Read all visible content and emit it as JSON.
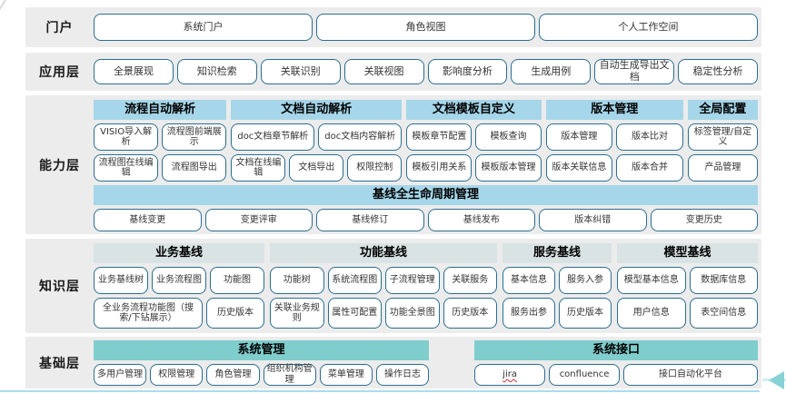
{
  "colors": {
    "band_bg": "#ececec",
    "button_border": "#2b6e90",
    "capability_header_bg": "#a6d6e9",
    "knowledge_header_bg": "#d9e3e3",
    "base_header_bg": "#7fcdcd",
    "bottom_accent_line": "#aadcf0",
    "arrow": "#86d2d6"
  },
  "portal": {
    "label": "门户",
    "buttons": [
      "系统门户",
      "角色视图",
      "个人工作空间"
    ]
  },
  "application": {
    "label": "应用层",
    "buttons": [
      "全景展现",
      "知识检索",
      "关联识别",
      "关联视图",
      "影响度分析",
      "生成用例",
      "自动生成导出文档",
      "稳定性分析"
    ]
  },
  "capability": {
    "label": "能力层",
    "groups": [
      {
        "title": "流程自动解析",
        "flex": 148,
        "rows": [
          [
            "VISIO导入解析",
            "流程图前端展示"
          ],
          [
            "流程图在线编辑",
            "流程图导出"
          ]
        ]
      },
      {
        "title": "文档自动解析",
        "flex": 190,
        "rows": [
          [
            "doc文档章节解析",
            "doc文档内容解析"
          ],
          [
            "文档在线编辑",
            "文档导出",
            "权限控制"
          ]
        ]
      },
      {
        "title": "文档模板自定义",
        "flex": 150,
        "rows": [
          [
            "模板章节配置",
            "模板查询"
          ],
          [
            "模板引用关系",
            "模板版本管理"
          ]
        ]
      },
      {
        "title": "版本管理",
        "flex": 153,
        "rows": [
          [
            "版本管理",
            "版本比对"
          ],
          [
            "版本关联信息",
            "版本合并"
          ]
        ]
      },
      {
        "title": "全局配置",
        "flex": 78,
        "rows": [
          [
            "标签管理/自定义"
          ],
          [
            "产品管理"
          ]
        ]
      }
    ],
    "baseline_group": {
      "title": "基线全生命周期管理",
      "buttons": [
        "基线变更",
        "变更评审",
        "基线修订",
        "基线发布",
        "版本纠错",
        "变更历史"
      ]
    }
  },
  "knowledge": {
    "label": "知识层",
    "groups": [
      {
        "title": "业务基线",
        "flex": 188,
        "rows": [
          [
            "业务基线树",
            "业务流程图",
            "功能图"
          ],
          [
            {
              "label": "全业务流程功能图（搜索/下钻展示）",
              "flex": 2
            },
            "历史版本"
          ]
        ]
      },
      {
        "title": "功能基线",
        "flex": 250,
        "rows": [
          [
            "功能树",
            "系统流程图",
            "子流程管理",
            "关联服务"
          ],
          [
            "关联业务规则",
            "属性可配置",
            "功能全景图",
            "历史版本"
          ]
        ]
      },
      {
        "title": "服务基线",
        "flex": 120,
        "rows": [
          [
            "基本信息",
            "服务入参"
          ],
          [
            "服务出参",
            "历史版本"
          ]
        ]
      },
      {
        "title": "模型基线",
        "flex": 155,
        "rows": [
          [
            "模型基本信息",
            "数据库信息"
          ],
          [
            "用户信息",
            "表空间信息"
          ]
        ]
      }
    ]
  },
  "base": {
    "label": "基础层",
    "groups": [
      {
        "title": "系统管理",
        "flex": 368,
        "rows": [
          [
            "多用户管理",
            "权限管理",
            "角色管理",
            "组织机构管理",
            "菜单管理",
            "操作日志"
          ]
        ]
      },
      {
        "title": "系统接口",
        "flex": 311,
        "rows": [
          [
            {
              "label": "jira",
              "class": "spellcheck"
            },
            "confluence",
            {
              "label": "接口自动化平台",
              "flex": 2
            }
          ]
        ]
      }
    ]
  }
}
